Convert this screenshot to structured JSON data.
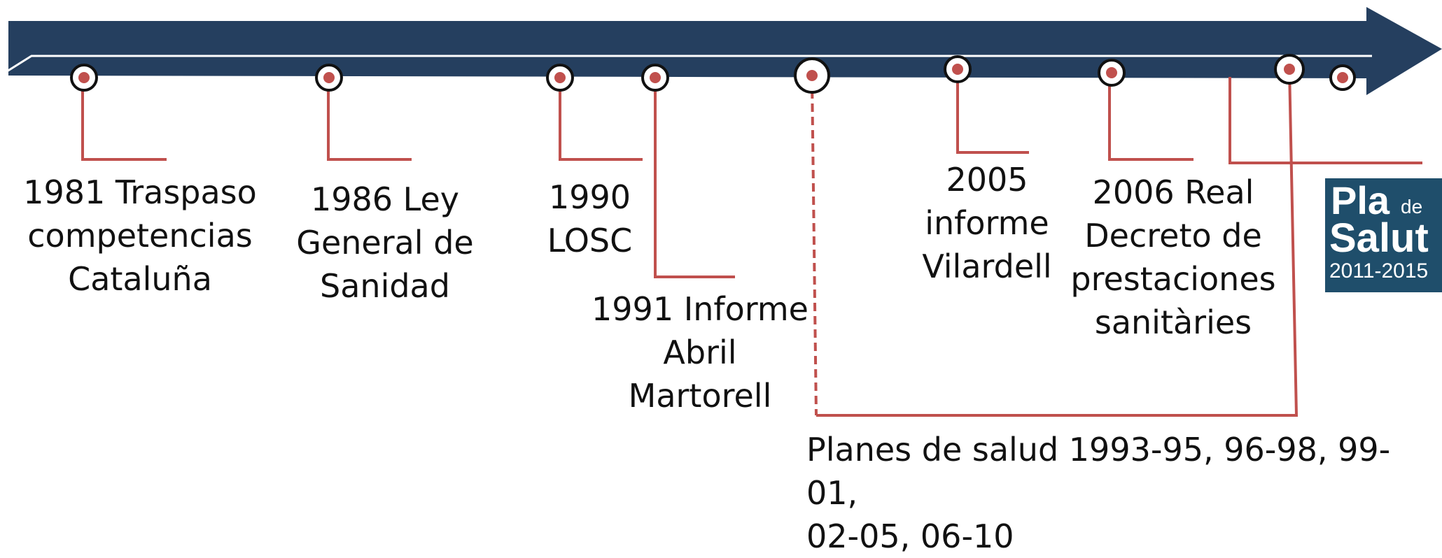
{
  "colors": {
    "arrow": "#253f5f",
    "arrow_highlight": "#ffffff",
    "connector": "#c0504d",
    "node_ring": "#111111",
    "node_dot": "#c0504d",
    "logo_bg": "#1f4e6b",
    "logo_text": "#ffffff"
  },
  "events": [
    {
      "id": "1981",
      "text": "1981 Traspaso\ncompetencias\nCataluña"
    },
    {
      "id": "1986",
      "text": "1986 Ley\nGeneral de\nSanidad"
    },
    {
      "id": "1990",
      "text": "1990\nLOSC"
    },
    {
      "id": "1991",
      "text": "1991 Informe\nAbril\nMartorell"
    },
    {
      "id": "2005",
      "text": "2005\ninforme\nVilardell"
    },
    {
      "id": "2006",
      "text": "2006 Real\nDecreto de\nprestaciones\nsanitàries"
    }
  ],
  "span_label": "Planes de salud 1993-95, 96-98, 99-01,\n02-05, 06-10",
  "logo": {
    "word1": "Pla",
    "word2": "de",
    "word3": "Salut",
    "years": "2011-2015"
  }
}
